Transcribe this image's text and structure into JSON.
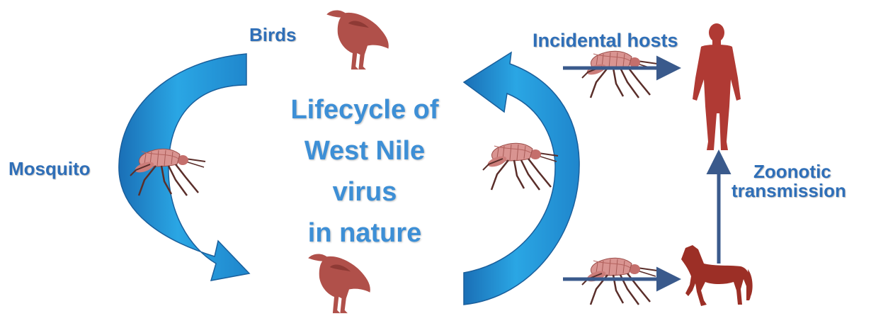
{
  "labels": {
    "birds": "Birds",
    "mosquito": "Mosquito",
    "incidental_hosts": "Incidental hosts",
    "zoonotic_line1": "Zoonotic",
    "zoonotic_line2": "transmission"
  },
  "title": {
    "line1": "Lifecycle of",
    "line2": "West Nile",
    "line3": "virus",
    "line4": "in nature"
  },
  "icons": [
    "bird-icon",
    "mosquito-icon",
    "human-icon",
    "horse-icon"
  ],
  "colors": {
    "arrow_blue": "#29a3e0",
    "arrow_dark": "#1a73b8",
    "label_blue": "#2f6fb8",
    "title_blue": "#3d8fd6",
    "silhouette": "#b0504a",
    "mosquito": "#cc7d7a",
    "connector": "#3a5a8c"
  }
}
